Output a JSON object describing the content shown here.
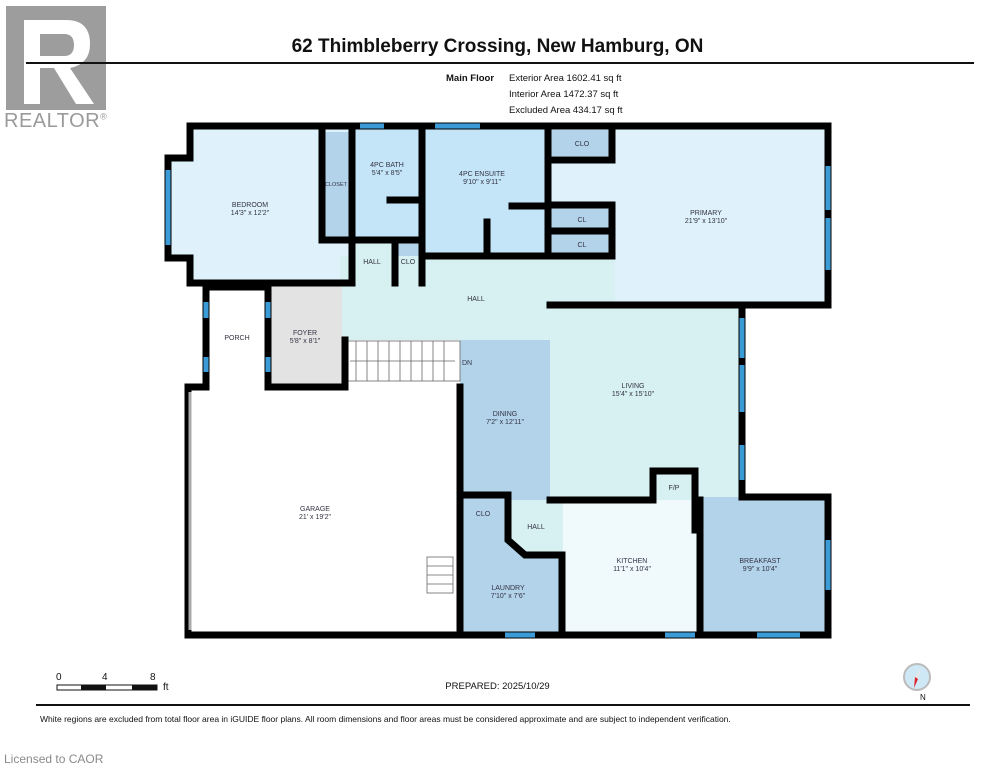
{
  "logo": {
    "text": "REALTOR",
    "mark": "®"
  },
  "header": {
    "title": "62 Thimbleberry Crossing, New Hamburg, ON",
    "floor_name": "Main Floor",
    "exterior_area": "Exterior Area 1602.41 sq ft",
    "interior_area": "Interior Area 1472.37 sq ft",
    "excluded_area": "Excluded Area 434.17 sq ft"
  },
  "rooms": {
    "bedroom": {
      "name": "BEDROOM",
      "dims": "14'3\" x 12'2\""
    },
    "closet": {
      "name": "CLOSET"
    },
    "bath": {
      "name": "4PC BATH",
      "dims": "5'4\" x 8'5\""
    },
    "ensuite": {
      "name": "4PC ENSUITE",
      "dims": "9'10\" x 9'11\""
    },
    "clo_top": {
      "name": "CLO"
    },
    "cl1": {
      "name": "CL"
    },
    "cl2": {
      "name": "CL"
    },
    "primary": {
      "name": "PRIMARY",
      "dims": "21'9\" x 13'10\""
    },
    "hall_small": {
      "name": "HALL"
    },
    "clo_small": {
      "name": "CLO"
    },
    "hall_main": {
      "name": "HALL"
    },
    "porch": {
      "name": "PORCH"
    },
    "foyer": {
      "name": "FOYER",
      "dims": "5'8\" x 8'1\""
    },
    "stairs": {
      "name": "DN"
    },
    "dining": {
      "name": "DINING",
      "dims": "7'2\" x 12'11\""
    },
    "living": {
      "name": "LIVING",
      "dims": "15'4\" x 15'10\""
    },
    "fireplace": {
      "name": "F/P"
    },
    "garage": {
      "name": "GARAGE",
      "dims": "21' x 19'2\""
    },
    "clo_laundry": {
      "name": "CLO"
    },
    "hall_kitchen": {
      "name": "HALL"
    },
    "laundry": {
      "name": "LAUNDRY",
      "dims": "7'10\" x 7'6\""
    },
    "kitchen": {
      "name": "KITCHEN",
      "dims": "11'1\" x 10'4\""
    },
    "breakfast": {
      "name": "BREAKFAST",
      "dims": "9'9\" x 10'4\""
    }
  },
  "scale": {
    "ticks": [
      "0",
      "4",
      "8"
    ],
    "unit": "ft"
  },
  "footer": {
    "prepared": "PREPARED: 2025/10/29",
    "compass_label": "N",
    "disclaimer": "White regions are excluded from total floor area in iGUIDE floor plans. All room dimensions and floor areas must be considered approximate and are subject to independent verification.",
    "licensed": "Licensed to CAOR"
  },
  "colors": {
    "wall": "#000000",
    "window": "#3b9bd6",
    "room_light": "#dff2fb",
    "room_mid": "#c4e5f7",
    "room_dark": "#b3d3ea",
    "hall": "#d7f0f1",
    "foyer": "#e3e3e3"
  }
}
